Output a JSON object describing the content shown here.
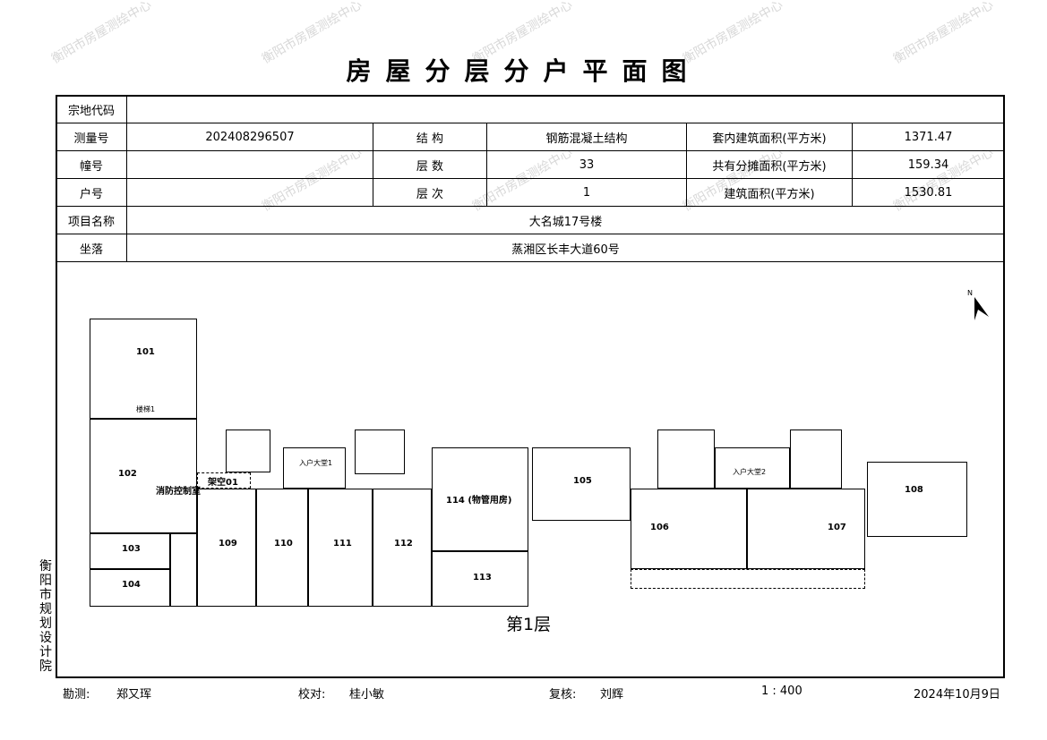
{
  "title": "房屋分层分户平面图",
  "watermark": "衡阳市房屋测绘中心",
  "info": {
    "parcel_code_label": "宗地代码",
    "parcel_code": "",
    "survey_no_label": "测量号",
    "survey_no": "202408296507",
    "structure_label": "结    构",
    "structure": "钢筋混凝土结构",
    "inner_area_label": "套内建筑面积(平方米)",
    "inner_area": "1371.47",
    "building_label": "幢号",
    "building": "",
    "floors_label": "层    数",
    "floors": "33",
    "shared_area_label": "共有分摊面积(平方米)",
    "shared_area": "159.34",
    "unit_label": "户号",
    "unit": "",
    "level_label": "层    次",
    "level": "1",
    "build_area_label": "建筑面积(平方米)",
    "build_area": "1530.81",
    "project_label": "项目名称",
    "project": "大名城17号楼",
    "location_label": "坐落",
    "location": "蒸湘区长丰大道60号"
  },
  "plan": {
    "floor_label": "第1层",
    "rooms": {
      "r101": "101",
      "r102": "102",
      "r103": "103",
      "r104": "104",
      "r105": "105",
      "r106": "106",
      "r107": "107",
      "r108": "108",
      "r109": "109",
      "r110": "110",
      "r111": "111",
      "r112": "112",
      "r113": "113",
      "r114": "114 (物管用房)",
      "fire": "消防控制室",
      "hollow": "架空01",
      "stair": "楼梯1",
      "hall1": "入户大堂1",
      "hall2": "入户大堂2"
    }
  },
  "side_org": "衡阳市规划设计院",
  "footer": {
    "surveyor_label": "勘测:",
    "surveyor": "郑又珲",
    "checker_label": "校对:",
    "checker": "桂小敏",
    "reviewer_label": "复核:",
    "reviewer": "刘辉",
    "scale": "1 : 400",
    "date": "2024年10月9日"
  }
}
